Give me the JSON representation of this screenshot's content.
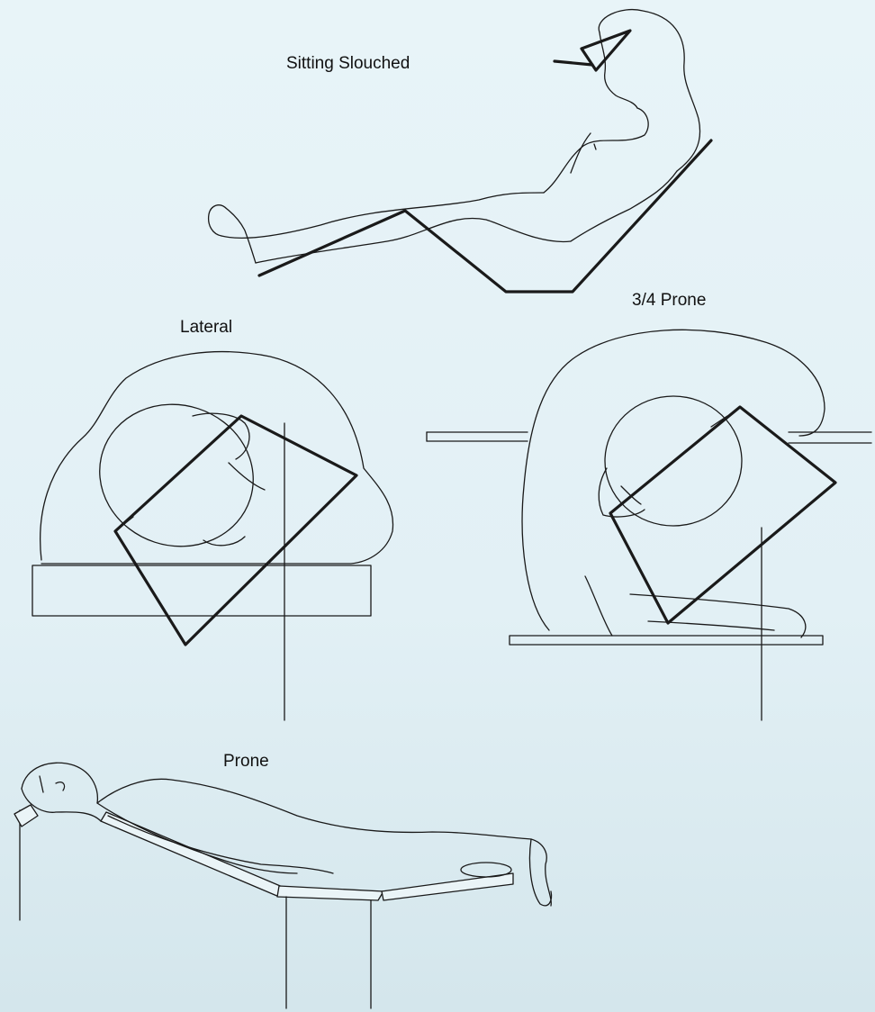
{
  "figures": {
    "sitting_slouched": {
      "label": "Sitting Slouched"
    },
    "lateral": {
      "label": "Lateral"
    },
    "three_quarter_prone": {
      "label": "3/4 Prone"
    },
    "prone": {
      "label": "Prone"
    }
  }
}
